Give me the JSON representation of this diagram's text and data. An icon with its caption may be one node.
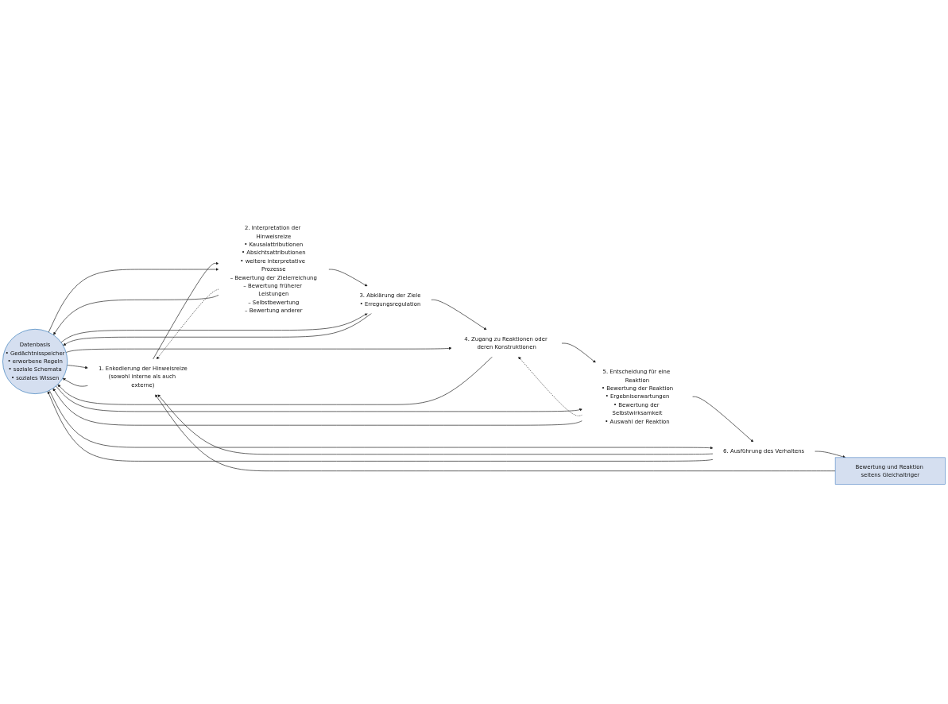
{
  "diagram": {
    "nodes": [
      {
        "text": [
          "Datenbasis",
          "• Gedächtnisspeicher",
          "• erworbene Regeln",
          "• soziale Schemata",
          "• soziales Wissen"
        ]
      },
      {
        "text": [
          "1. Enkodierung der Hinweisreize",
          "(sowohl interne als auch externe)"
        ]
      },
      {
        "text": [
          "2. Interpretation der Hinweisreize",
          "• Kausalattributionen",
          "• Absichtsattributionen",
          "• weitere interpretative Prozesse",
          "– Bewertung der Zielerreichung",
          "– Bewertung früherer Leistungen",
          "– Selbstbewertung",
          "– Bewertung anderer"
        ]
      },
      {
        "text": [
          "3. Abklärung der Ziele",
          "• Erregungsregulation"
        ]
      },
      {
        "text": [
          "4. Zugang zu Reaktionen oder deren Konstruktionen"
        ]
      },
      {
        "text": [
          "5. Entscheidung für eine Reaktion",
          "• Bewertung der Reaktion",
          "• Ergebniserwartungen",
          "• Bewertung der Selbstwirksamkeit",
          "• Auswahl der Reaktion"
        ]
      },
      {
        "text": [
          "6. Ausführung des Verhaltens"
        ]
      },
      {
        "text": [
          "Bewertung und Reaktion seitens Gleichaltriger"
        ]
      }
    ],
    "edges": [
      {
        "from": 1,
        "to": 2,
        "arrow": "to"
      },
      {
        "from": 2,
        "to": 3,
        "arrow": "to"
      },
      {
        "from": 3,
        "to": 4,
        "arrow": "to"
      },
      {
        "from": 4,
        "to": 5,
        "arrow": "to"
      },
      {
        "from": 5,
        "to": 6,
        "arrow": "to"
      },
      {
        "from": 6,
        "to": 1,
        "arrow": "to"
      },
      {
        "from": 6,
        "to": 7,
        "arrow": "to"
      },
      {
        "from": 7,
        "to": 1,
        "arrow": "to"
      },
      {
        "from": 5,
        "to": 4,
        "arrow": "to",
        "style": "dashed"
      },
      {
        "from": 2,
        "to": 1,
        "arrow": "to",
        "style": "dashed"
      },
      {
        "from": 1,
        "to": 0,
        "arrow": "to"
      },
      {
        "from": 0,
        "to": 1,
        "arrow": "to"
      },
      {
        "from": 2,
        "to": 0,
        "arrow": "to"
      },
      {
        "from": 0,
        "to": 2,
        "arrow": "to"
      },
      {
        "from": 3,
        "to": 0,
        "arrow": "to"
      },
      {
        "from": 0,
        "to": 3,
        "arrow": "to"
      },
      {
        "from": 4,
        "to": 0,
        "arrow": "to"
      },
      {
        "from": 0,
        "to": 4,
        "arrow": "to"
      },
      {
        "from": 5,
        "to": 0,
        "arrow": "to"
      },
      {
        "from": 0,
        "to": 5,
        "arrow": "to"
      },
      {
        "from": 6,
        "to": 0,
        "arrow": "to"
      },
      {
        "from": 0,
        "to": 6,
        "arrow": "to"
      }
    ]
  }
}
